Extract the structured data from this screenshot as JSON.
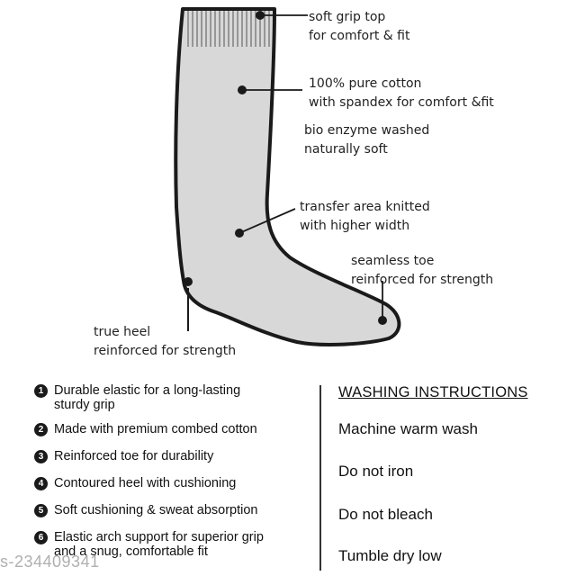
{
  "colors": {
    "sock_fill": "#d8d8d8",
    "outline": "#1a1a1a",
    "text": "#222222"
  },
  "callouts": {
    "grip_top": [
      "soft grip top",
      "for comfort & fit"
    ],
    "cotton": [
      "100% pure cotton",
      "with spandex for comfort &fit"
    ],
    "enzyme": [
      "bio enzyme washed",
      "naturally soft"
    ],
    "transfer": [
      "transfer area knitted",
      "with higher width"
    ],
    "toe": [
      "seamless toe",
      "reinforced for strength"
    ],
    "heel": [
      "true heel",
      "reinforced for strength"
    ]
  },
  "features": [
    {
      "number": "1",
      "lines": [
        "Durable elastic for a long-lasting",
        "sturdy grip"
      ]
    },
    {
      "number": "2",
      "lines": [
        "Made with premium combed cotton"
      ]
    },
    {
      "number": "3",
      "lines": [
        "Reinforced toe for durability"
      ]
    },
    {
      "number": "4",
      "lines": [
        "Contoured heel with cushioning"
      ]
    },
    {
      "number": "5",
      "lines": [
        "Soft cushioning & sweat absorption"
      ]
    },
    {
      "number": "6",
      "lines": [
        "Elastic arch support for superior grip",
        "and a snug, comfortable fit"
      ]
    }
  ],
  "washing": {
    "title": "WASHING INSTRUCTIONS",
    "items": [
      "Machine warm wash",
      "Do not iron",
      "Do not bleach",
      "Tumble dry low"
    ]
  },
  "watermark": "s-234409341"
}
